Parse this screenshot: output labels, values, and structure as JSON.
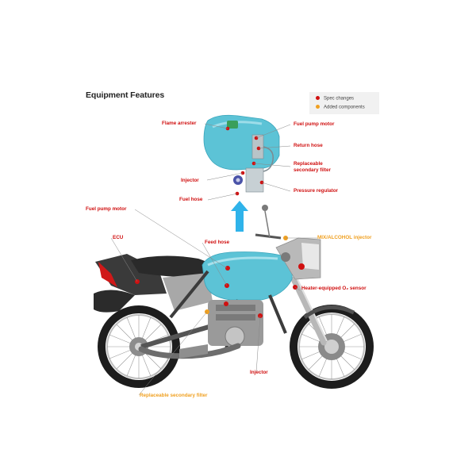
{
  "title": "Equipment Features",
  "legend": {
    "spec_changes": "Spec changes",
    "added_components": "Added components"
  },
  "colors": {
    "spec_changes": "#d01010",
    "added_components": "#f0a020",
    "tank": "#5cc3d6",
    "arrow": "#2fb3ea"
  },
  "tank_labels": {
    "flame_arrester": "Flame arrester",
    "fuel_pump_motor": "Fuel pump motor",
    "return_hose": "Return hose",
    "replaceable_secondary_filter": "Replaceable secondary filter",
    "injector": "Injector",
    "fuel_hose": "Fuel hose",
    "pressure_regulator": "Pressure regulator"
  },
  "bike_labels": {
    "fuel_pump_motor": "Fuel pump motor",
    "ecu": "ECU",
    "feed_hose": "Feed hose",
    "mix_alcohol_injector": "MIX/ALCOHOL injector",
    "heater_o2_sensor": "Heater-equipped O₂ sensor",
    "injector": "Injector",
    "replaceable_secondary_filter": "Replaceable secondary filter"
  }
}
